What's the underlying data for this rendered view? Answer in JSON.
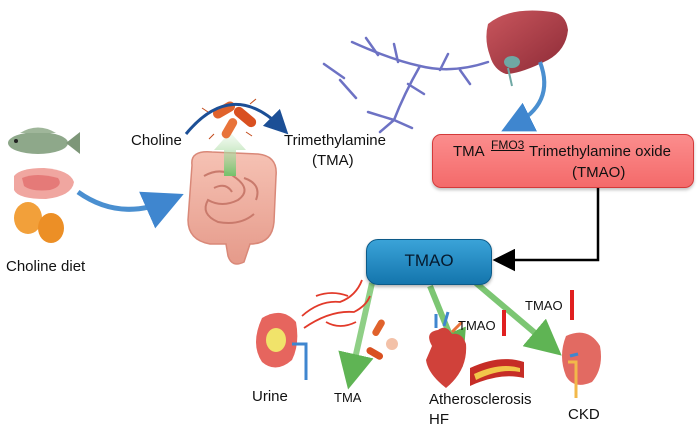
{
  "labels": {
    "choline": "Choline",
    "trimethylamine": "Trimethylamine",
    "tma_abbrev": "(TMA)",
    "choline_diet": "Choline diet",
    "reaction_substrate": "TMA",
    "reaction_enzyme": "FMO3",
    "reaction_product": "Trimethylamine oxide",
    "reaction_product_abbrev": "(TMAO)",
    "tmao_pill": "TMAO",
    "urine": "Urine",
    "tma_output": "TMA",
    "atherosclerosis": "Atherosclerosis",
    "hf": "HF",
    "ckd": "CKD",
    "tmao_arrow_1": "TMAO",
    "tmao_arrow_2": "TMAO"
  },
  "colors": {
    "blue_arrow": "#4a8fd0",
    "green_arrow": "#8fcf86",
    "red_box": "#f47c7c",
    "blue_pill": "#1f86c1",
    "inhibition_bar": "#e02020"
  },
  "icons": [
    "fish-icon",
    "meat-icon",
    "egg-icon",
    "intestine-icon",
    "bacteria-icon",
    "liver-icon",
    "nerve-icon",
    "kidney-icon",
    "heart-icon",
    "artery-icon",
    "blood-vessel-icon"
  ]
}
